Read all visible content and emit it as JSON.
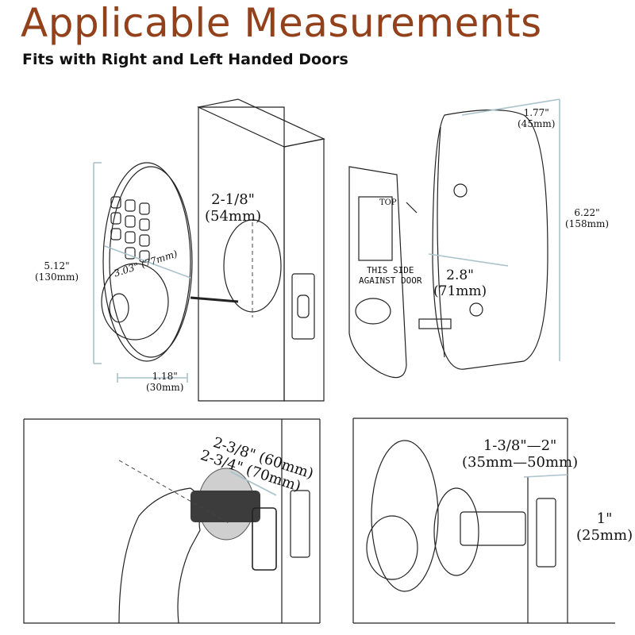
{
  "header": {
    "title": "Applicable Measurements",
    "subtitle": "Fits with Right and Left Handed Doors"
  },
  "top_figure": {
    "lock_height": [
      "5.12\"",
      "(130mm)"
    ],
    "lock_depth": [
      "1.18\"",
      "(30mm)"
    ],
    "diagonal": [
      "3.03\"",
      "(77mm)"
    ],
    "hole": [
      "2-1/8\"",
      "(54mm)"
    ],
    "plate_text": [
      "THIS SIDE",
      "AGAINST DOOR"
    ],
    "plate_top": "TOP",
    "hole_cover": [
      "2.8\"",
      "(71mm)"
    ],
    "cover_depth": [
      "1.77\"",
      "(45mm)"
    ],
    "cover_height": [
      "6.22\"",
      "(158mm)"
    ]
  },
  "bottom_left": {
    "backset_a": "2-3/8\" (60mm)",
    "backset_b": "2-3/4\" (70mm)"
  },
  "bottom_right": {
    "door_thickness": [
      "1-3/8\"—2\"",
      "(35mm—50mm)"
    ],
    "bolt_extension": [
      "1\"",
      "(25mm)"
    ]
  },
  "colors": {
    "title": "#93411b",
    "dimension_line": "#a9c2cc",
    "ink": "#222222"
  }
}
